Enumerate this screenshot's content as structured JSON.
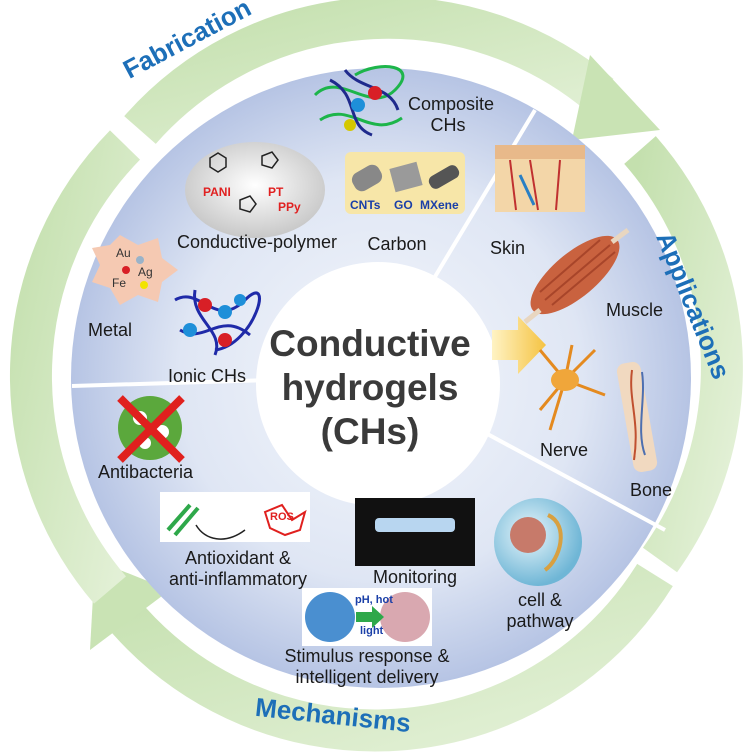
{
  "center": {
    "line1": "Conductive",
    "line2": "hydrogels",
    "line3": "(CHs)"
  },
  "ring_labels": {
    "fabrication": "Fabrication",
    "applications": "Applications",
    "mechanisms": "Mechanisms"
  },
  "fabrication": {
    "composite_line1": "Composite",
    "composite_line2": "CHs",
    "conductive_polymer": "Conductive-polymer",
    "pani": "PANI",
    "pt": "PT",
    "ppy": "PPy",
    "carbon": "Carbon",
    "cnts": "CNTs",
    "go": "GO",
    "mxene": "MXene",
    "metal": "Metal",
    "au": "Au",
    "ag": "Ag",
    "fe": "Fe",
    "ionic": "Ionic CHs"
  },
  "applications": {
    "skin": "Skin",
    "muscle": "Muscle",
    "nerve": "Nerve",
    "bone": "Bone",
    "cell_line1": "cell &",
    "cell_line2": "pathway"
  },
  "mechanisms": {
    "antibacteria": "Antibacteria",
    "antioxidant_line1": "Antioxidant &",
    "antioxidant_line2": "anti-inflammatory",
    "ros": "ROS",
    "monitoring": "Monitoring",
    "stimulus_line1": "Stimulus response &",
    "stimulus_line2": "intelligent delivery",
    "ph_hot": "pH, hot",
    "light": "light"
  },
  "colors": {
    "ring": "#cfe5bf",
    "ring_text": "#1d6fb8",
    "panel": "#b8c6e6",
    "red_chem": "#e02020",
    "blue_chem": "#1a3fa8"
  }
}
